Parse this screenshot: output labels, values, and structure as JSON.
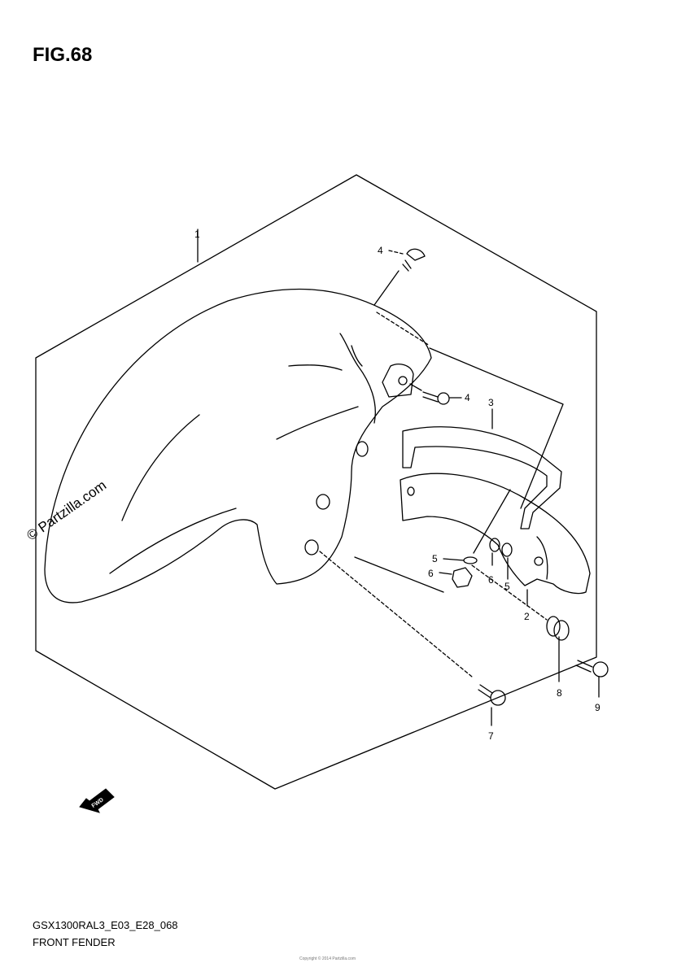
{
  "figure": {
    "title": "FIG.68"
  },
  "watermark": "© Partzilla.com",
  "fwd_label": "FWD",
  "callouts": [
    {
      "id": "part-1",
      "label": "1"
    },
    {
      "id": "part-2",
      "label": "2"
    },
    {
      "id": "part-3",
      "label": "3"
    },
    {
      "id": "part-4-top",
      "label": "4"
    },
    {
      "id": "part-4-side",
      "label": "4"
    },
    {
      "id": "part-5-left",
      "label": "5"
    },
    {
      "id": "part-5-right",
      "label": "5"
    },
    {
      "id": "part-6-left",
      "label": "6"
    },
    {
      "id": "part-6-right",
      "label": "6"
    },
    {
      "id": "part-7",
      "label": "7"
    },
    {
      "id": "part-8",
      "label": "8"
    },
    {
      "id": "part-9",
      "label": "9"
    }
  ],
  "footer": {
    "model_code": "GSX1300RAL3_E03_E28_068",
    "diagram_name": "FRONT FENDER",
    "note": "Copyright © 2014 Partzilla.com"
  }
}
